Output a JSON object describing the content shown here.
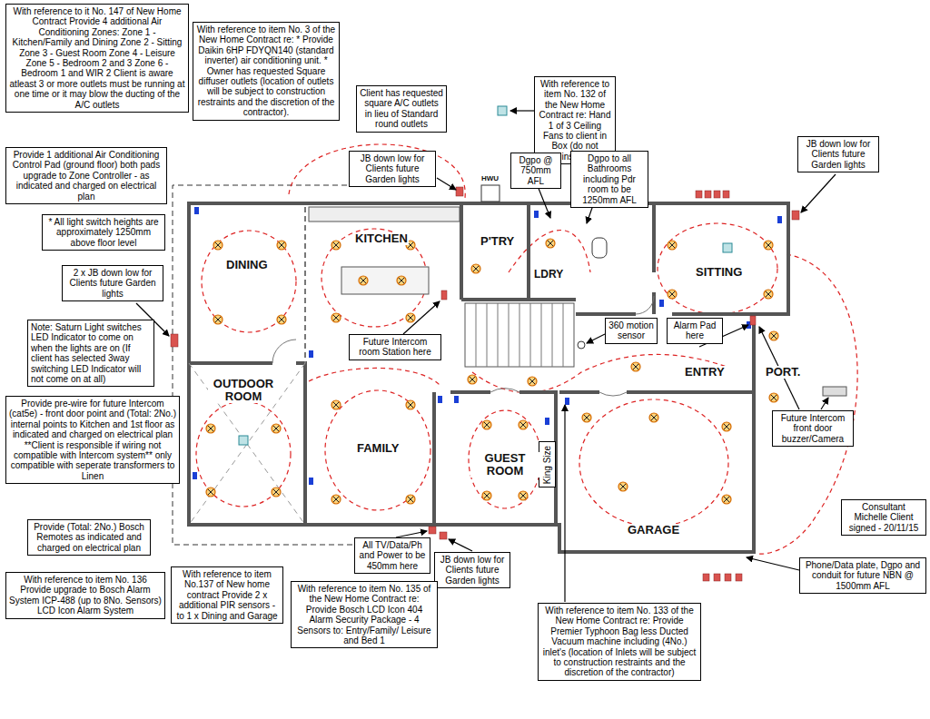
{
  "diagram": {
    "nodes": [
      {
        "text": [
          "With reference to it No. 147 of New Home Contract Provide 4 additional Air Conditioning Zones: Zone 1 - Kitchen/Family and Dining Zone 2 - Sitting Zone 3 - Guest Room Zone 4 - Leisure Zone 5 - Bedroom 2 and 3 Zone 6 - Bedroom 1 and WIR 2 Client is aware atleast 3 or more outlets must be running at one time or it may blow the ducting of the A/C outlets"
        ]
      },
      {
        "text": [
          "With reference to item No. 3 of the New Home Contract re: * Provide Daikin 6HP FDYQN140 (standard inverter) air conditioning unit. * Owner has requested Square diffuser outlets (location of outlets will be subject to construction restraints and the discretion of the contractor)."
        ]
      },
      {
        "text": [
          "Client has requested square A/C outlets in lieu of Standard round outlets"
        ]
      },
      {
        "text": [
          "With reference to item No. 132 of the New Home Contract re: Hand 1 of 3 Ceiling Fans to client in Box (do not install)"
        ]
      },
      {
        "text": [
          "JB down low for Clients future Garden lights"
        ]
      },
      {
        "text": [
          "Provide 1 additional Air Conditioning Control Pad (ground floor) both pads upgrade to Zone Controller - as indicated and charged on electrical plan"
        ]
      },
      {
        "text": [
          "JB down low for Clients future Garden lights"
        ]
      },
      {
        "text": [
          "Dgpo @ 750mm AFL"
        ]
      },
      {
        "text": [
          "Dgpo to all Bathrooms including Pdr room to be 1250mm AFL"
        ]
      },
      {
        "text": [
          "* All light switch heights are approximately 1250mm above floor level"
        ]
      },
      {
        "text": [
          "2 x JB down low for Clients future Garden lights"
        ]
      },
      {
        "text": [
          "Note: Saturn Light switches LED Indicator to come on when the lights are on (If client has selected 3way switching LED Indicator will not come on at all)"
        ]
      },
      {
        "text": [
          "Future Intercom room Station here"
        ]
      },
      {
        "text": [
          "360 motion sensor"
        ]
      },
      {
        "text": [
          "Alarm Pad here"
        ]
      },
      {
        "text": [
          "Provide pre-wire for future Intercom (cat5e) - front door point and (Total: 2No.) internal points to Kitchen and 1st floor as indicated and charged on electrical plan **Client is responsible if wiring not compatible with Intercom system** only compatible with seperate transformers to Linen"
        ]
      },
      {
        "text": [
          "Future Intercom front door buzzer/Camera"
        ]
      },
      {
        "text": [
          "King Size"
        ]
      },
      {
        "text": [
          "Consultant Michelle Client signed - 20/11/15"
        ]
      },
      {
        "text": [
          "Provide (Total: 2No.) Bosch Remotes as indicated and charged on electrical plan"
        ]
      },
      {
        "text": [
          "All TV/Data/Ph and Power to be 450mm here"
        ]
      },
      {
        "text": [
          "JB down low for Clients future Garden lights"
        ]
      },
      {
        "text": [
          "Phone/Data plate, Dgpo and conduit for future NBN @ 1500mm AFL"
        ]
      },
      {
        "text": [
          "With reference to item No. 136 Provide upgrade to Bosch Alarm System ICP-488 (up to 8No. Sensors) LCD Icon Alarm System"
        ]
      },
      {
        "text": [
          "With reference to item No.137 of New home contract Provide 2 x additional PIR sensors - to 1 x Dining and Garage"
        ]
      },
      {
        "text": [
          "With reference to item No. 135 of the New Home Contract re: Provide Bosch LCD Icon 404 Alarm Security Package - 4 Sensors to: Entry/Family/ Leisure and Bed 1"
        ]
      },
      {
        "text": [
          "With reference to item No. 133 of the New Home Contract re: Provide Premier Typhoon Bag less Ducted Vacuum machine including (4No.) inlet's (location of Inlets will be subject to construction restraints and the discretion of the contractor)"
        ]
      }
    ],
    "labels": [
      "HWU",
      "KITCHEN",
      "P'TRY",
      "DINING",
      "SITTING",
      "LDRY",
      "ENTRY",
      "PORT.",
      "OUTDOOR ROOM",
      "FAMILY",
      "GUEST ROOM",
      "GARAGE"
    ]
  }
}
